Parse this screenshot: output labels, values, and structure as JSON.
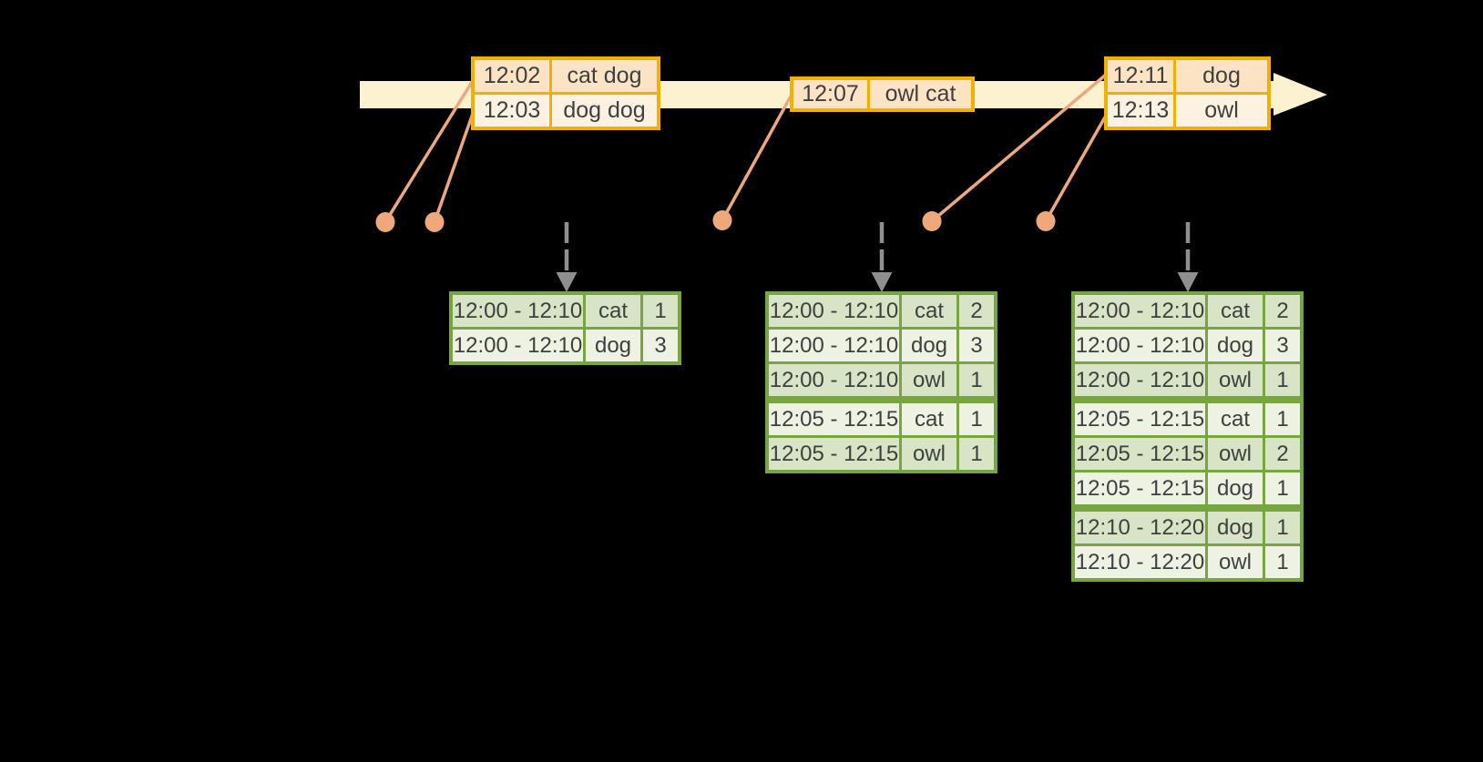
{
  "colors": {
    "background": "#000000",
    "band": "#fcf2d0",
    "event_border": "#f0b103",
    "event_row_dark": "#fbe3c3",
    "event_row_light": "#fdf2e2",
    "green_border": "#77a540",
    "green_row_dark": "#d8e4c6",
    "green_row_light": "#edf2e3",
    "connector": "#efa87c",
    "trigger": "#8f8f8f",
    "text": "#3f3f3f"
  },
  "event_tables": [
    {
      "rows": [
        {
          "time": "12:02",
          "words": "cat dog"
        },
        {
          "time": "12:03",
          "words": "dog dog"
        }
      ]
    },
    {
      "rows": [
        {
          "time": "12:07",
          "words": "owl cat"
        }
      ]
    },
    {
      "rows": [
        {
          "time": "12:11",
          "words": "dog"
        },
        {
          "time": "12:13",
          "words": "owl"
        }
      ]
    }
  ],
  "result_tables": [
    {
      "rows": [
        {
          "window": "12:00 - 12:10",
          "word": "cat",
          "count": "1"
        },
        {
          "window": "12:00 - 12:10",
          "word": "dog",
          "count": "3"
        }
      ]
    },
    {
      "rows": [
        {
          "window": "12:00 - 12:10",
          "word": "cat",
          "count": "2"
        },
        {
          "window": "12:00 - 12:10",
          "word": "dog",
          "count": "3"
        },
        {
          "window": "12:00 - 12:10",
          "word": "owl",
          "count": "1"
        },
        {
          "window": "12:05 - 12:15",
          "word": "cat",
          "count": "1"
        },
        {
          "window": "12:05 - 12:15",
          "word": "owl",
          "count": "1"
        }
      ]
    },
    {
      "rows": [
        {
          "window": "12:00 - 12:10",
          "word": "cat",
          "count": "2"
        },
        {
          "window": "12:00 - 12:10",
          "word": "dog",
          "count": "3"
        },
        {
          "window": "12:00 - 12:10",
          "word": "owl",
          "count": "1"
        },
        {
          "window": "12:05 - 12:15",
          "word": "cat",
          "count": "1"
        },
        {
          "window": "12:05 - 12:15",
          "word": "owl",
          "count": "2"
        },
        {
          "window": "12:05 - 12:15",
          "word": "dog",
          "count": "1"
        },
        {
          "window": "12:10 - 12:20",
          "word": "dog",
          "count": "1"
        },
        {
          "window": "12:10 - 12:20",
          "word": "owl",
          "count": "1"
        }
      ]
    }
  ]
}
